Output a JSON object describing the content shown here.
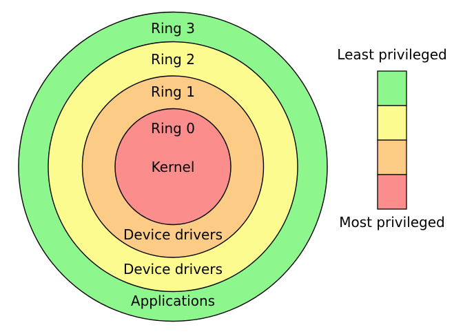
{
  "rings": [
    {
      "name": "Ring 3",
      "role": "Applications",
      "color": "#8df78d"
    },
    {
      "name": "Ring 2",
      "role": "Device drivers",
      "color": "#fbfb90"
    },
    {
      "name": "Ring 1",
      "role": "Device drivers",
      "color": "#fccb85"
    },
    {
      "name": "Ring 0",
      "role": "Kernel",
      "color": "#fc8d8d"
    }
  ],
  "legend": {
    "least_label": "Least privileged",
    "most_label": "Most privileged",
    "swatches": [
      "#8df78d",
      "#fbfb90",
      "#fccb85",
      "#fc8d8d"
    ]
  },
  "colors": {
    "outline": "#000000",
    "text": "#000000",
    "background": "#ffffff"
  }
}
